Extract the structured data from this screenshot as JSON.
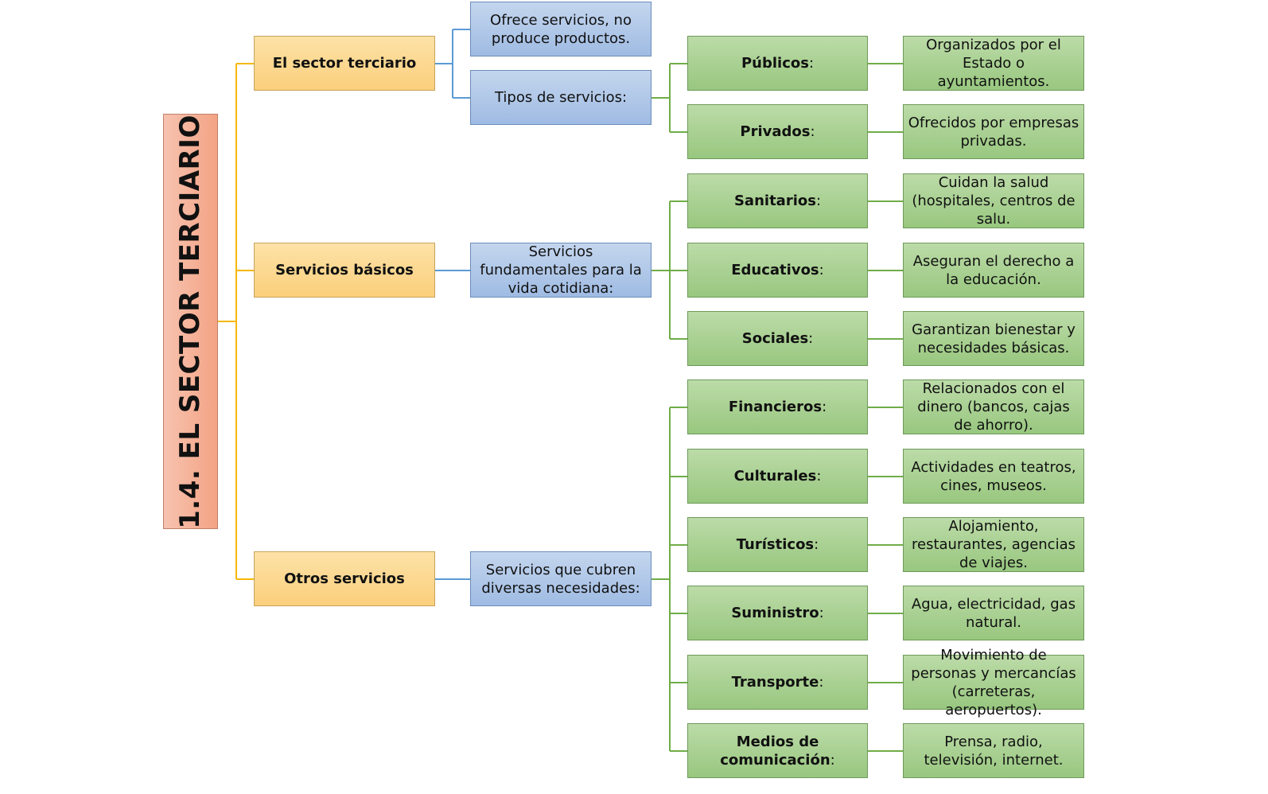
{
  "title": "1.4. EL SECTOR TERCIARIO",
  "level1": [
    {
      "label": "El sector terciario"
    },
    {
      "label": "Servicios básicos"
    },
    {
      "label": "Otros servicios"
    }
  ],
  "level2": [
    {
      "text": "Ofrece servicios, no produce productos."
    },
    {
      "text": "Tipos de servicios:"
    },
    {
      "text": "Servicios fundamentales para la vida cotidiana:"
    },
    {
      "text": "Servicios que cubren diversas necesidades:"
    }
  ],
  "level3": [
    {
      "name": "Públicos",
      "suffix": ":"
    },
    {
      "name": "Privados",
      "suffix": ":"
    },
    {
      "name": "Sanitarios",
      "suffix": ":"
    },
    {
      "name": "Educativos",
      "suffix": ":"
    },
    {
      "name": "Sociales",
      "suffix": ":"
    },
    {
      "name": "Financieros",
      "suffix": ":"
    },
    {
      "name": "Culturales",
      "suffix": ":"
    },
    {
      "name": "Turísticos",
      "suffix": ":"
    },
    {
      "name": "Suministro",
      "suffix": ":"
    },
    {
      "name": "Transporte",
      "suffix": ":"
    },
    {
      "name": "Medios de comunicación",
      "suffix": ":"
    }
  ],
  "level4": [
    {
      "text": "Organizados por el Estado o ayuntamientos."
    },
    {
      "text": "Ofrecidos por empresas privadas."
    },
    {
      "text": "Cuidan la salud (hospitales, centros de salu."
    },
    {
      "text": "Aseguran el derecho a la educación."
    },
    {
      "text": "Garantizan bienestar y necesidades básicas."
    },
    {
      "text": "Relacionados con el dinero (bancos, cajas de ahorro)."
    },
    {
      "text": "Actividades en teatros, cines, museos."
    },
    {
      "text": "Alojamiento, restaurantes, agencias de viajes."
    },
    {
      "text": "Agua, electricidad, gas natural."
    },
    {
      "text": "Movimiento de personas y mercancías (carreteras, aeropuertos)."
    },
    {
      "text": "Prensa, radio, televisión, internet."
    }
  ],
  "colors": {
    "orange_line": "#f5b800",
    "blue_line": "#5b9bd5",
    "green_line": "#70ad47"
  }
}
